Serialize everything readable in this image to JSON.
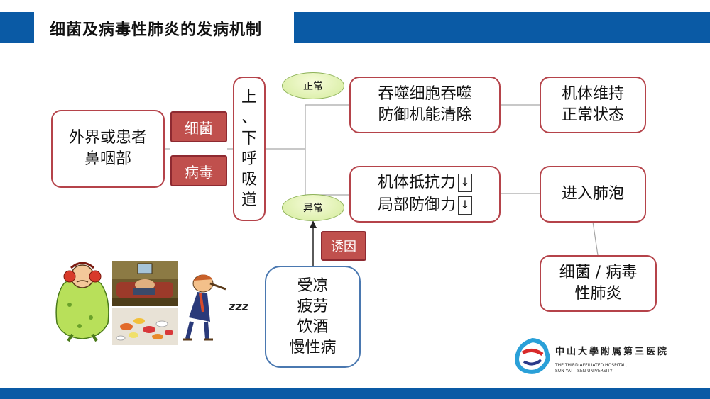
{
  "header": {
    "title": "细菌及病毒性肺炎的发病机制"
  },
  "source": {
    "text": "外界或患者鼻咽部",
    "line1": "外界或患者",
    "line2": "鼻咽部"
  },
  "pathogens": {
    "bacteria": "细菌",
    "virus": "病毒"
  },
  "airway": {
    "chars": [
      "上",
      "、",
      "下",
      "呼",
      "吸",
      "道"
    ]
  },
  "branches": {
    "normal": "正常",
    "abnormal": "异常"
  },
  "normal_path": {
    "defense_line1": "吞噬细胞吞噬",
    "defense_line2": "防御机能清除",
    "outcome_line1": "机体维持",
    "outcome_line2": "正常状态"
  },
  "abnormal_path": {
    "resist_line1": "机体抵抗力",
    "resist_line2": "局部防御力",
    "arrow_symbol": "↓",
    "outcome": "进入肺泡",
    "result_line1": "细菌 / 病毒",
    "result_line2": "性肺炎"
  },
  "trigger": {
    "label": "诱因",
    "factors": [
      "受凉",
      "疲劳",
      "饮酒",
      "慢性病"
    ]
  },
  "illustrations": {
    "sleep_text": "zzz"
  },
  "logo": {
    "cn": "中山大學附属第三医院",
    "en_line1": "THE THIRD AFFILIATED HOSPITAL,",
    "en_line2": "SUN YAT - SEN UNIVERSITY"
  },
  "colors": {
    "accent_blue": "#0a5aa5",
    "box_border": "#b5434a",
    "tag_fill": "#c0504d",
    "factor_border": "#4a78b0"
  }
}
